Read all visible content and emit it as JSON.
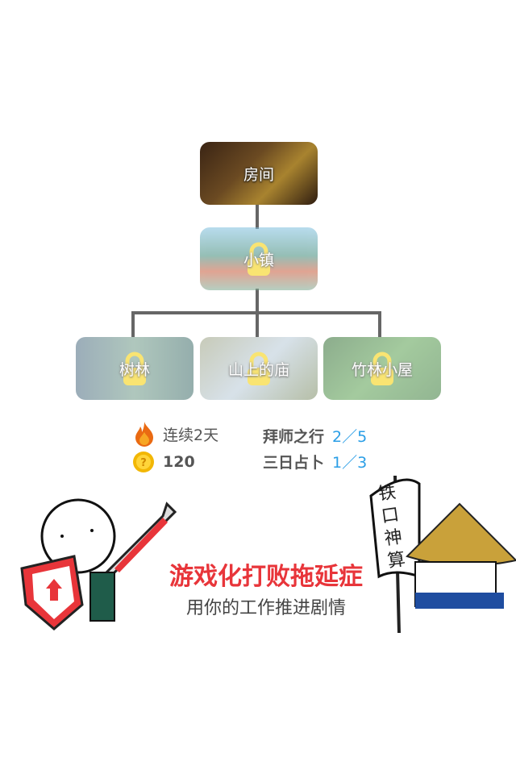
{
  "map": {
    "root": {
      "label": "房间",
      "locked": false
    },
    "town": {
      "label": "小镇",
      "locked": true
    },
    "children": [
      {
        "label": "树林",
        "locked": true
      },
      {
        "label": "山上的庙",
        "locked": true
      },
      {
        "label": "竹林小屋",
        "locked": true
      }
    ]
  },
  "stats": {
    "streak": "连续2天",
    "coins": "120",
    "quest1_label": "拜师之行",
    "quest1_progress": "2／5",
    "quest2_label": "三日占卜",
    "quest2_progress": "1／3"
  },
  "slogan": {
    "title": "游戏化打败拖延症",
    "subtitle": "用你的工作推进剧情"
  },
  "illustration": {
    "sign_text": "铁口神算"
  },
  "colors": {
    "accent_red": "#e8353a",
    "progress_blue": "#2a9ee6",
    "lock_yellow": "#f5cf00"
  }
}
